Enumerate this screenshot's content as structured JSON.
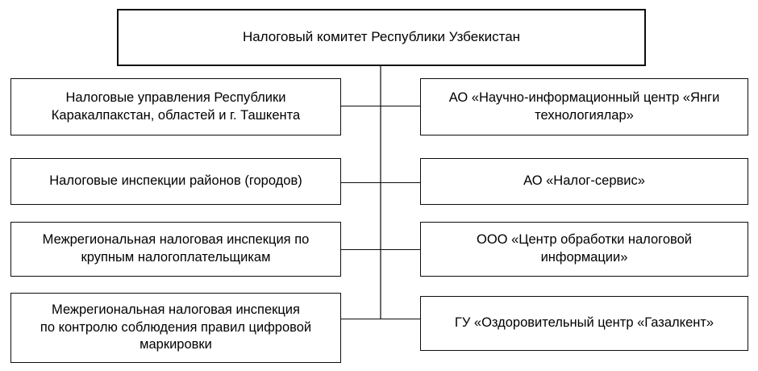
{
  "diagram": {
    "type": "organizational-hierarchy",
    "title": "Налоговый комитет Республики Узбекистан",
    "root": {
      "label": "Налоговый комитет Республики Узбекистан"
    },
    "left_column": [
      {
        "label": "Налоговые управления Республики\nКаракалпакстан, областей и г. Ташкента"
      },
      {
        "label": "Налоговые инспекции районов (городов)"
      },
      {
        "label": "Межрегиональная налоговая инспекция по\nкрупным налогоплательщикам"
      },
      {
        "label": "Межрегиональная налоговая инспекция\nпо контролю соблюдения правил цифровой\nмаркировки"
      }
    ],
    "right_column": [
      {
        "label": "АО «Научно-информационный центр «Янги\nтехнологиялар»"
      },
      {
        "label": "АО «Налог-сервис»"
      },
      {
        "label": "ООО «Центр обработки налоговой\nинформации»"
      },
      {
        "label": "ГУ «Оздоровительный центр «Газалкент»"
      }
    ],
    "colors": {
      "box_border": "#0d0d0d",
      "box_fill": "#ffffff",
      "text": "#000000",
      "connector": "#0d0d0d",
      "trunk": "#6b6b6b"
    }
  }
}
